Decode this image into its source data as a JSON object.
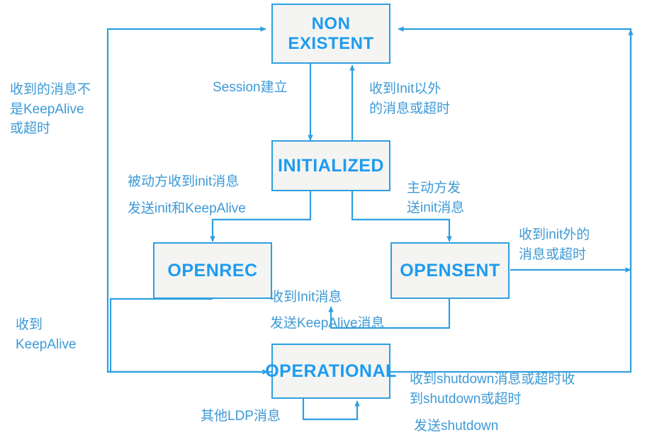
{
  "diagram": {
    "title": "LDP Session State Machine",
    "colors": {
      "line": "#2f9fe0",
      "box_fill": "#f4f4f2",
      "box_border": "#2f9fe0",
      "state_text": "#1e9bef",
      "label_text": "#3d9ad6"
    },
    "states": [
      {
        "id": "non-existent",
        "label": "NON\nEXISTENT"
      },
      {
        "id": "initialized",
        "label": "INITIALIZED"
      },
      {
        "id": "openrec",
        "label": "OPENREC"
      },
      {
        "id": "opensent",
        "label": "OPENSENT"
      },
      {
        "id": "operational",
        "label": "OPERATIONAL"
      }
    ],
    "labels": [
      {
        "id": "not-keepalive-or-timeout",
        "text": "收到的消息不\n是KeepAlive\n或超时"
      },
      {
        "id": "session-established",
        "text": "Session建立"
      },
      {
        "id": "non-init-msg-or-timeout",
        "text": "收到Init以外\n的消息或超时"
      },
      {
        "id": "passive-recv-init",
        "text": "被动方收到init消息"
      },
      {
        "id": "send-init-and-keepalive",
        "text": "发送init和KeepAlive"
      },
      {
        "id": "active-send-init",
        "text": "主动方发\n送init消息"
      },
      {
        "id": "non-init-msg-or-timeout-right",
        "text": "收到init外的\n消息或超时"
      },
      {
        "id": "recv-init-msg",
        "text": "收到Init消息"
      },
      {
        "id": "send-keepalive-msg",
        "text": "发送KeepAlive消息"
      },
      {
        "id": "recv-keepalive",
        "text": "收到\nKeepAlive"
      },
      {
        "id": "recv-shutdown-or-timeout",
        "text": "收到shutdown消息或超时收\n到shutdown或超时"
      },
      {
        "id": "other-ldp-msg",
        "text": "其他LDP消息"
      },
      {
        "id": "send-shutdown",
        "text": "发送shutdown"
      }
    ]
  }
}
